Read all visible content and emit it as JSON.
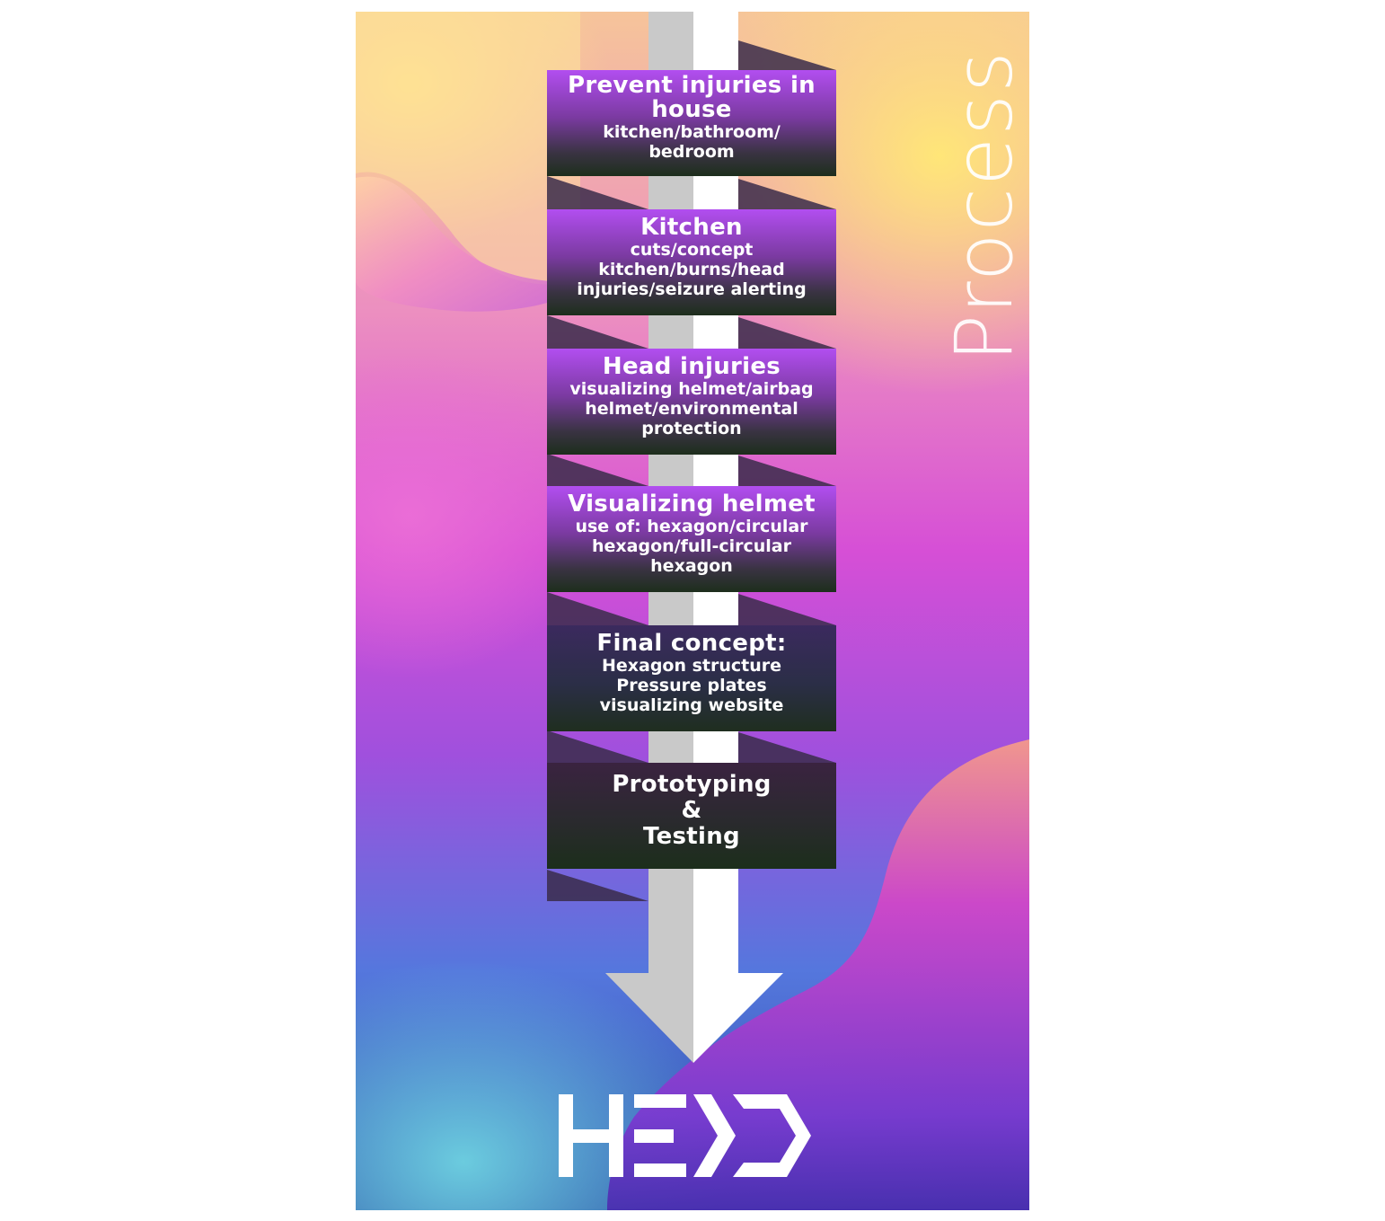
{
  "side_title": "Process",
  "steps": [
    {
      "title": "Prevent injuries in house",
      "detail": "kitchen/bathroom/\nbedroom"
    },
    {
      "title": "Kitchen",
      "detail": "cuts/concept\nkitchen/burns/head\ninjuries/seizure alerting"
    },
    {
      "title": "Head injuries",
      "detail": "visualizing helmet/airbag\nhelmet/environmental\nprotection"
    },
    {
      "title": "Visualizing helmet",
      "detail": "use of: hexagon/circular\nhexagon/full-circular\nhexagon"
    },
    {
      "title": "Final concept:",
      "detail": "Hexagon structure\nPressure plates\nvisualizing website"
    },
    {
      "title": "",
      "detail": "Prototyping\n&\nTesting"
    }
  ],
  "logo_text": "HEXO",
  "colors": {
    "arrow_left": "#c9c9c9",
    "arrow_right": "#ffffff",
    "box_top": "#b24ef0",
    "box_bottom": "#1d2e1c"
  }
}
